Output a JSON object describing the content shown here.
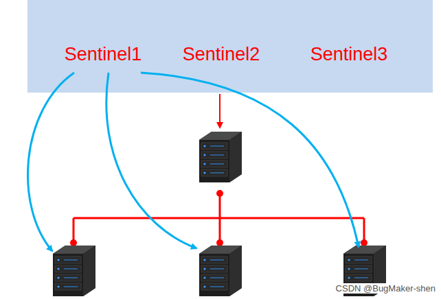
{
  "diagram": {
    "nodes": [
      {
        "text": [
          "Sentinel1"
        ]
      },
      {
        "text": [
          "Sentinel2"
        ]
      },
      {
        "text": [
          "Sentinel3"
        ]
      }
    ],
    "labels": [
      "CSDN @BugMaker-shen"
    ]
  }
}
